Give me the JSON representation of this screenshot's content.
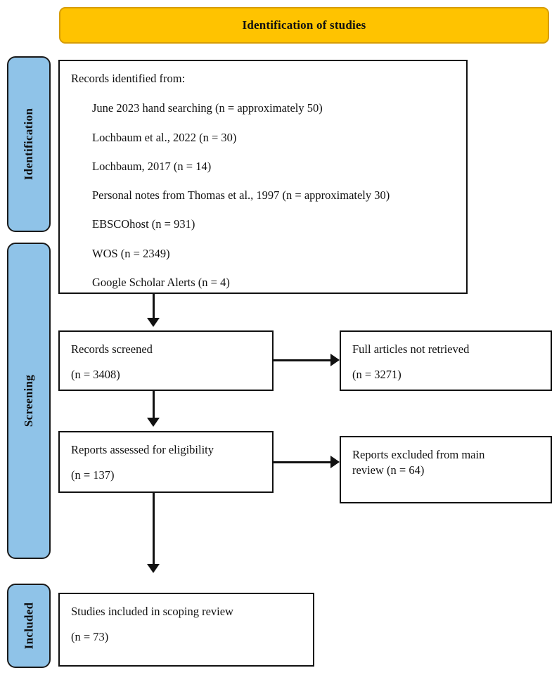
{
  "banner": {
    "title": "Identification of studies",
    "fill_color": "#FFC300",
    "border_color": "#D79D06"
  },
  "stages": {
    "identification": "Identification",
    "screening": "Screening",
    "included": "Included",
    "fill_color": "#8FC3E8",
    "border_color": "#1A1A1A"
  },
  "boxes": {
    "identification": {
      "header": "Records identified from:",
      "sources": [
        "June 2023 hand searching (n = approximately 50)",
        "Lochbaum et al., 2022 (n = 30)",
        "Lochbaum, 2017 (n = 14)",
        "Personal notes from Thomas et al., 1997 (n = approximately 30)",
        "EBSCOhost (n = 931)",
        "WOS (n = 2349)",
        "Google Scholar Alerts (n = 4)"
      ]
    },
    "records_screened": {
      "label": "Records screened",
      "count": "(n = 3408)"
    },
    "not_retrieved": {
      "label": "Full articles not retrieved",
      "count": "(n = 3271)"
    },
    "eligibility": {
      "label": "Reports assessed for eligibility",
      "count": "(n = 137)"
    },
    "excluded": {
      "line1": "Reports excluded from main",
      "line2": "review (n = 64)"
    },
    "included": {
      "label": "Studies included in scoping review",
      "count": "(n = 73)"
    }
  }
}
